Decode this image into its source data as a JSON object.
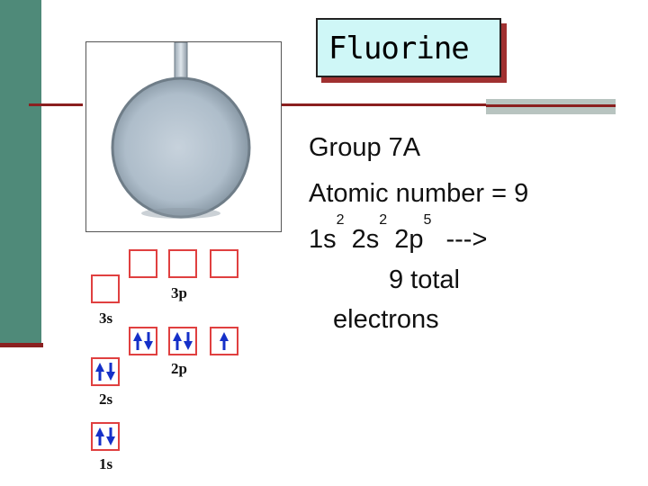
{
  "slide": {
    "title": "Fluorine",
    "lines": {
      "group": "Group 7A",
      "atomic_number": "Atomic number = 9",
      "config_1s": "1s",
      "config_1s_exp": "2",
      "config_2s": " 2s",
      "config_2s_exp": "2",
      "config_2p": " 2p",
      "config_2p_exp": "5",
      "config_arrow": "  --->",
      "total": "9 total",
      "electrons": "electrons"
    }
  },
  "orbital_diagram": {
    "labels": {
      "s3": "3s",
      "p3": "3p",
      "p2": "2p",
      "s2": "2s",
      "s1": "1s"
    },
    "colors": {
      "box_border": "#e04040",
      "arrow": "#1530c8"
    },
    "filling": {
      "3s": 0,
      "3p": [
        0,
        0,
        0
      ],
      "2p": [
        2,
        2,
        1
      ],
      "2s": 2,
      "1s": 2
    }
  },
  "colors": {
    "accent_bar": "#4f8a79",
    "rule": "#8b2020",
    "title_bg": "#cff7f7"
  }
}
